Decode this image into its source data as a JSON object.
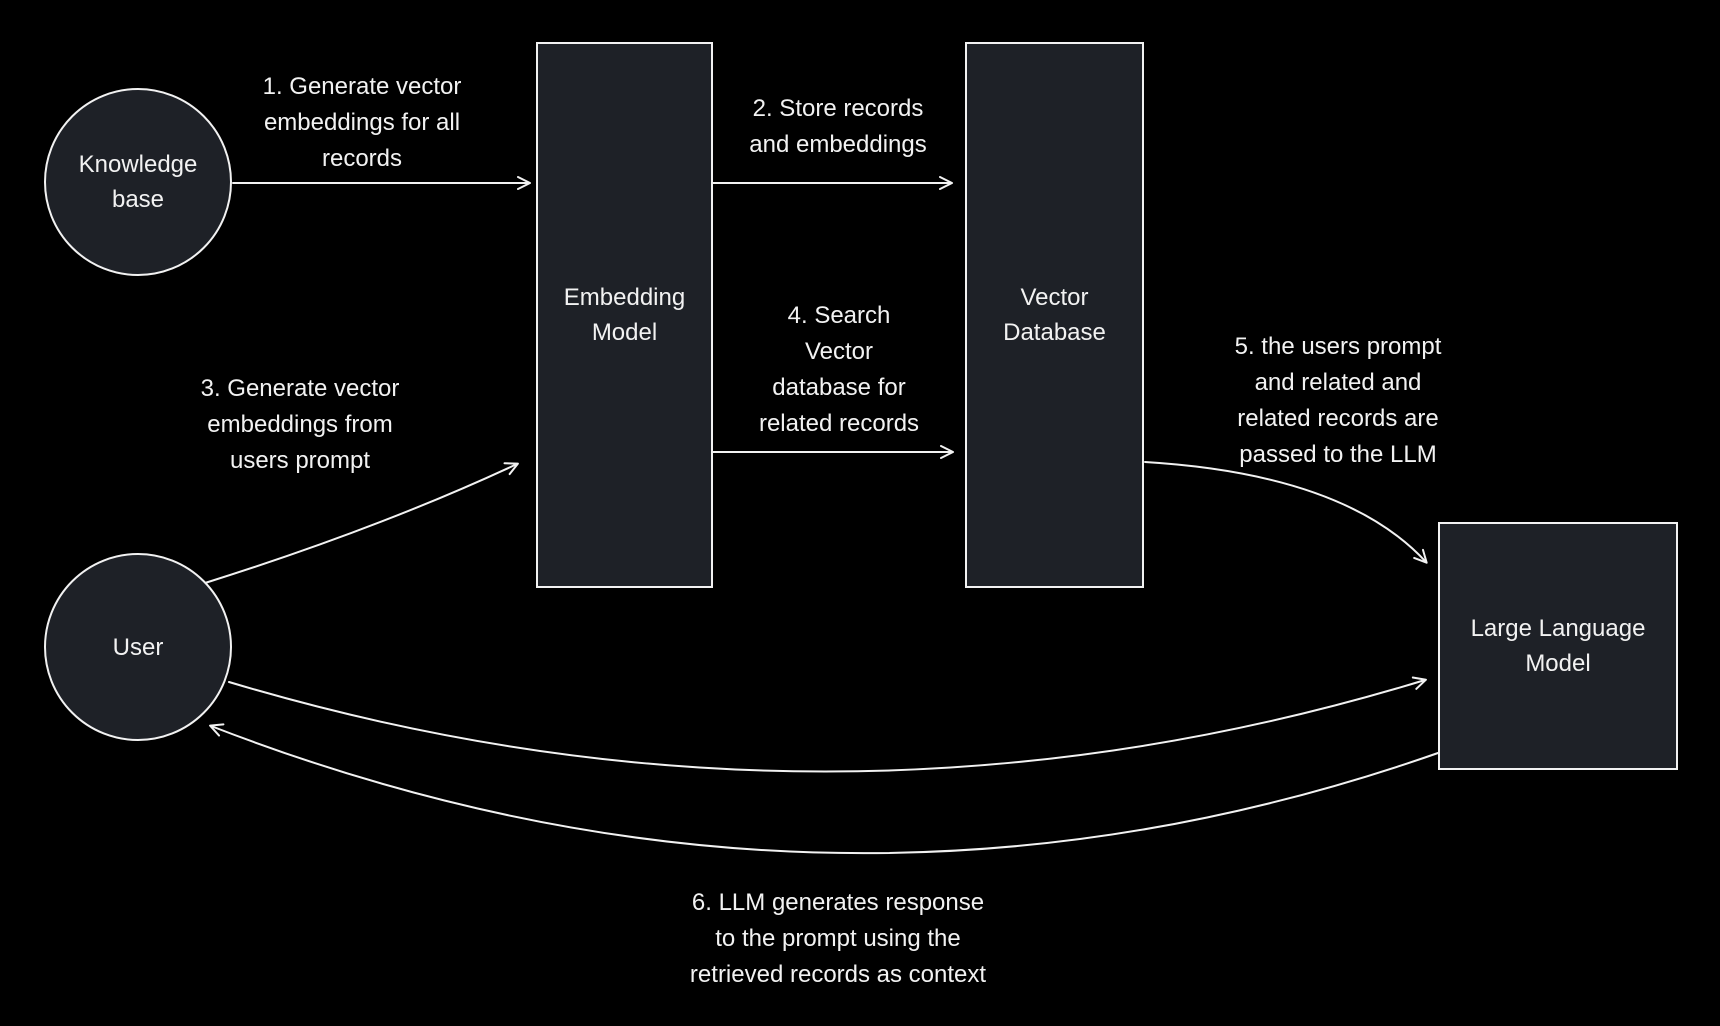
{
  "colors": {
    "background": "#000000",
    "node_fill": "#1e2127",
    "node_stroke": "#f2f2f2",
    "arrow_stroke": "#f2f2f2",
    "text": "#f2f2f2"
  },
  "diagram": {
    "nodes": {
      "knowledge_base": {
        "shape": "circle",
        "lines": [
          "Knowledge",
          "base"
        ]
      },
      "embedding_model": {
        "shape": "rectangle",
        "lines": [
          "Embedding",
          "Model"
        ]
      },
      "vector_database": {
        "shape": "rectangle",
        "lines": [
          "Vector",
          "Database"
        ]
      },
      "user": {
        "shape": "circle",
        "lines": [
          "User"
        ]
      },
      "large_language_model": {
        "shape": "rectangle",
        "lines": [
          "Large Language",
          "Model"
        ]
      }
    },
    "steps": {
      "step1": {
        "from": "knowledge_base",
        "to": "embedding_model",
        "lines": [
          "1. Generate vector",
          "embeddings for all",
          "records"
        ]
      },
      "step2": {
        "from": "embedding_model",
        "to": "vector_database",
        "lines": [
          "2. Store records",
          "and embeddings"
        ]
      },
      "step3": {
        "from": "user",
        "to": "embedding_model",
        "lines": [
          "3. Generate vector",
          "embeddings from",
          "users prompt"
        ]
      },
      "step4": {
        "from": "embedding_model",
        "to": "vector_database",
        "lines": [
          "4. Search",
          "Vector",
          "database for",
          "related records"
        ]
      },
      "step5": {
        "from": "vector_database",
        "to": "large_language_model",
        "lines": [
          "5. the users prompt",
          "and related and",
          "related records are",
          "passed to the LLM"
        ]
      },
      "step6": {
        "from": "large_language_model",
        "to": "user",
        "lines": [
          "6. LLM generates response",
          "to the prompt using the",
          "retrieved records as context"
        ]
      }
    }
  }
}
